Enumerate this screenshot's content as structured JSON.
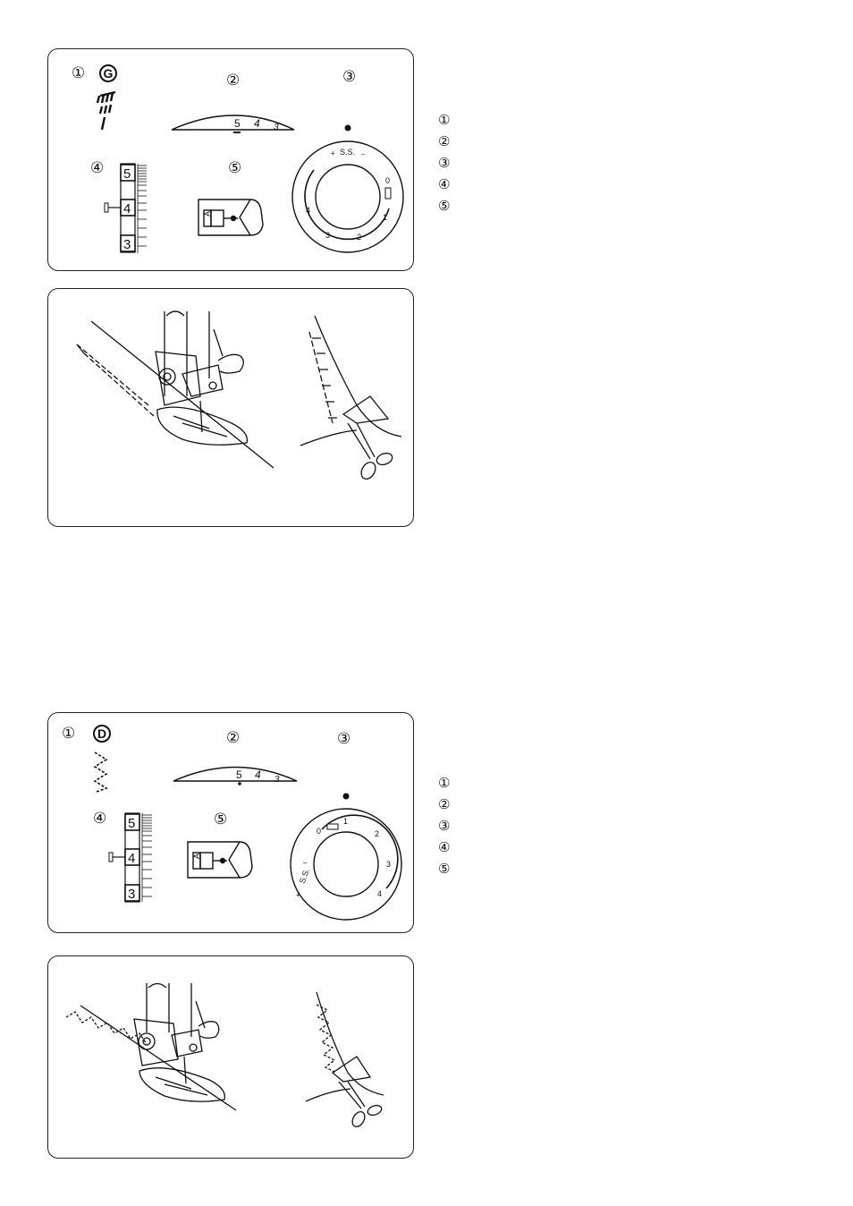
{
  "top": {
    "markers": {
      "m1": "①",
      "m2": "②",
      "m3": "③",
      "m4": "④",
      "m5": "⑤"
    },
    "pattern_letter": "G",
    "width_scale": {
      "l5": "5",
      "l4": "4",
      "l3": "3"
    },
    "length_boxes": {
      "b5": "5",
      "b4": "4",
      "b3": "3"
    },
    "dial": {
      "ss": "S.S.",
      "plus": "+",
      "minus": "–",
      "n0": "0",
      "n1": "1",
      "n2": "2",
      "n3": "3",
      "n4": "4"
    },
    "foot_letter": "A",
    "legend": [
      "①",
      "②",
      "③",
      "④",
      "⑤"
    ]
  },
  "bottom": {
    "markers": {
      "m1": "①",
      "m2": "②",
      "m3": "③",
      "m4": "④",
      "m5": "⑤"
    },
    "pattern_letter": "D",
    "width_scale": {
      "l5": "5",
      "l4": "4",
      "l3": "3"
    },
    "length_boxes": {
      "b5": "5",
      "b4": "4",
      "b3": "3"
    },
    "dial": {
      "ss": "S.S.",
      "plus": "+",
      "minus": "–",
      "n0": "0",
      "n1": "1",
      "n2": "2",
      "n3": "3",
      "n4": "4"
    },
    "foot_letter": "A",
    "legend": [
      "①",
      "②",
      "③",
      "④",
      "⑤"
    ]
  }
}
